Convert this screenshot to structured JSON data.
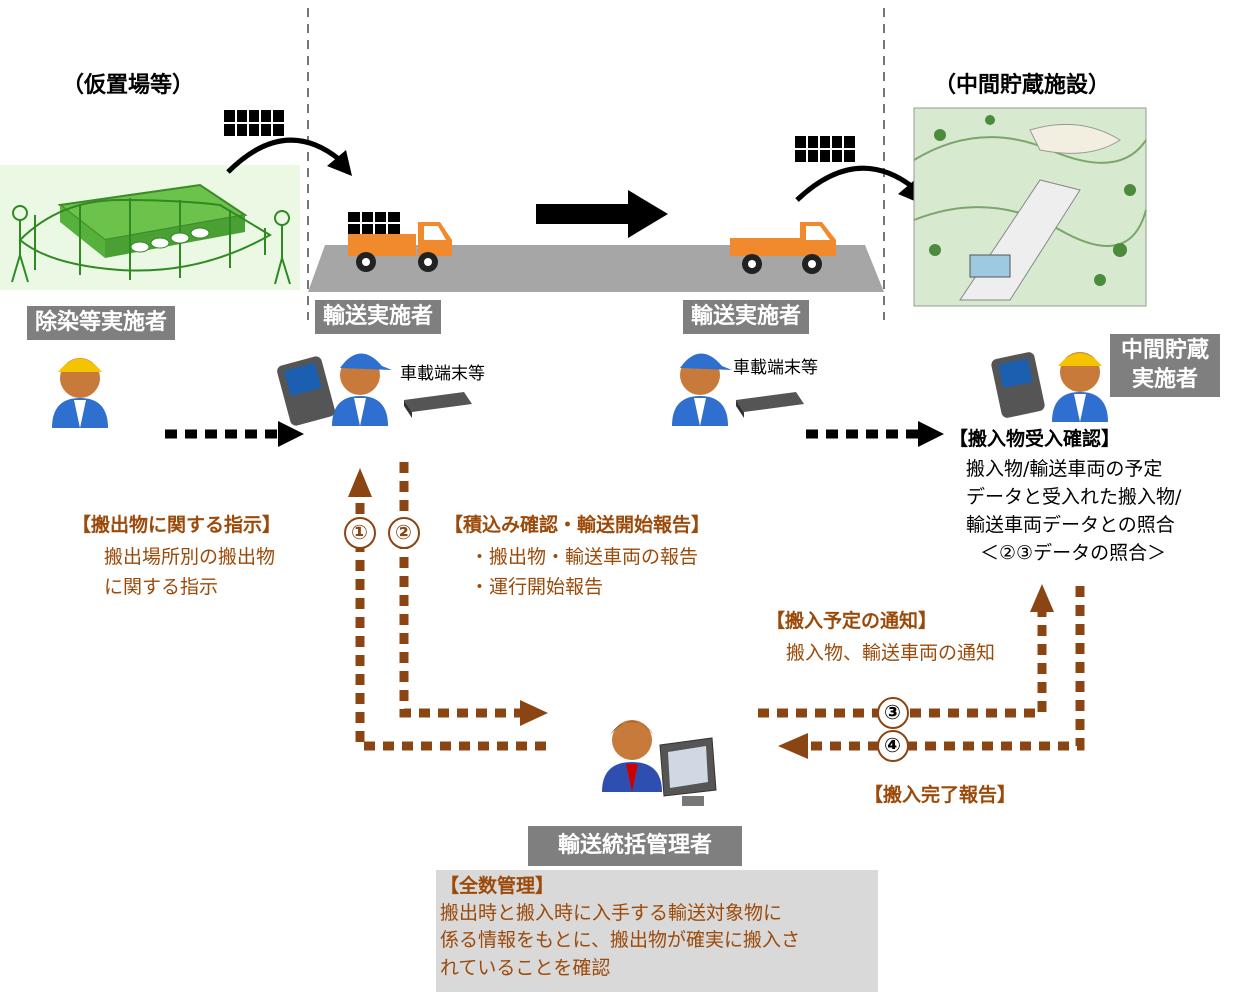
{
  "headings": {
    "temp_site": "（仮置場等）",
    "interim_facility": "（中間貯蔵施設）"
  },
  "roles": {
    "decon": "除染等実施者",
    "transport1": "輸送実施者",
    "transport2": "輸送実施者",
    "interim_line1": "中間貯蔵",
    "interim_line2": "実施者",
    "manager": "輸送統括管理者"
  },
  "device_labels": {
    "left": "車載端末等",
    "right": "車載端末等"
  },
  "steps": {
    "s1": "①",
    "s2": "②",
    "s3": "③",
    "s4": "④"
  },
  "instruction": {
    "title": "【搬出物に関する指示】",
    "line1": "搬出場所別の搬出物",
    "line2": "に関する指示"
  },
  "loading": {
    "title": "【積込み確認・輸送開始報告】",
    "line1": "・搬出物・輸送車両の報告",
    "line2": "・運行開始報告"
  },
  "acceptance": {
    "title": "【搬入物受入確認】",
    "line1": "搬入物/輸送車両の予定",
    "line2": "データと受入れた搬入物/",
    "line3": "輸送車両データとの照合",
    "line4": "＜②③データの照合＞"
  },
  "schedule": {
    "title": "【搬入予定の通知】",
    "line1": "搬入物、輸送車両の通知"
  },
  "complete": {
    "title": "【搬入完了報告】"
  },
  "total": {
    "title": "【全数管理】",
    "line1": "搬出時と搬入時に入手する輸送対象物に",
    "line2": "係る情報をもとに、搬出物が確実に搬入さ",
    "line3": "れていることを確認"
  },
  "colors": {
    "brown": "#9c4a0a",
    "arrow_brown": "#8b4513",
    "truck": "#f08a2c",
    "role_bg": "#7f7f7f",
    "road": "#a6a6a6",
    "note_bg": "#d9d9d9"
  }
}
